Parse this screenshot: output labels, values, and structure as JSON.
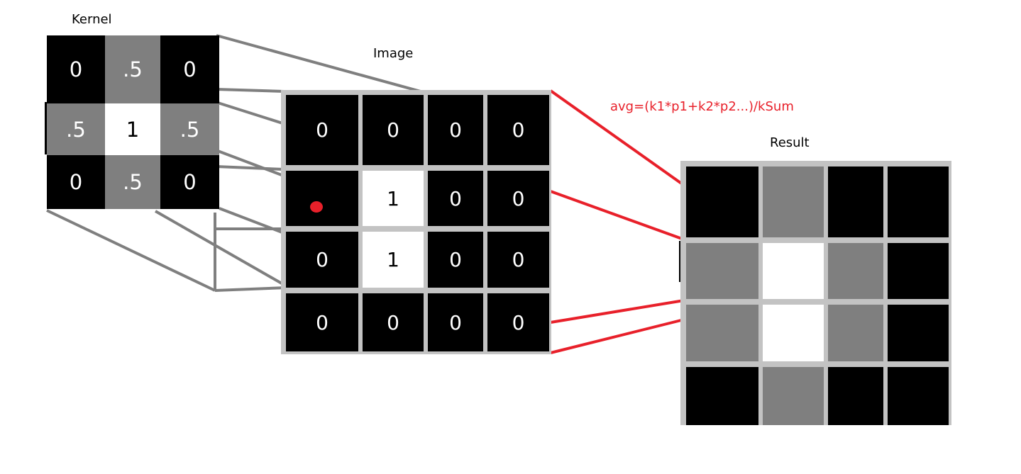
{
  "titles": {
    "kernel": "Kernel",
    "image": "Image",
    "result": "Result"
  },
  "formula": "avg=(k1*p1+k2*p2...)/kSum",
  "colors": {
    "black": "#000000",
    "gray": "#7f7f7f",
    "white": "#ffffff",
    "grid_line": "#c3c3c3",
    "connector_gray": "#7f7f7f",
    "connector_red": "#e8202a"
  },
  "kernel": {
    "rows": [
      [
        {
          "label": "0",
          "fill": "black"
        },
        {
          "label": ".5",
          "fill": "gray"
        },
        {
          "label": "0",
          "fill": "black"
        }
      ],
      [
        {
          "label": ".5",
          "fill": "gray"
        },
        {
          "label": "1",
          "fill": "white"
        },
        {
          "label": ".5",
          "fill": "gray"
        }
      ],
      [
        {
          "label": "0",
          "fill": "black"
        },
        {
          "label": ".5",
          "fill": "gray"
        },
        {
          "label": "0",
          "fill": "black"
        }
      ]
    ]
  },
  "image": {
    "rows": [
      [
        {
          "label": "0",
          "fill": "black"
        },
        {
          "label": "0",
          "fill": "black"
        },
        {
          "label": "0",
          "fill": "black"
        },
        {
          "label": "0",
          "fill": "black"
        }
      ],
      [
        {
          "label": "",
          "fill": "black"
        },
        {
          "label": "1",
          "fill": "white"
        },
        {
          "label": "0",
          "fill": "black"
        },
        {
          "label": "0",
          "fill": "black"
        }
      ],
      [
        {
          "label": "0",
          "fill": "black"
        },
        {
          "label": "1",
          "fill": "white"
        },
        {
          "label": "0",
          "fill": "black"
        },
        {
          "label": "0",
          "fill": "black"
        }
      ],
      [
        {
          "label": "0",
          "fill": "black"
        },
        {
          "label": "0",
          "fill": "black"
        },
        {
          "label": "0",
          "fill": "black"
        },
        {
          "label": "0",
          "fill": "black"
        }
      ]
    ]
  },
  "result": {
    "rows": [
      [
        {
          "label": "",
          "fill": "black"
        },
        {
          "label": "",
          "fill": "gray"
        },
        {
          "label": "",
          "fill": "black"
        },
        {
          "label": "",
          "fill": "black"
        }
      ],
      [
        {
          "label": "",
          "fill": "gray"
        },
        {
          "label": "",
          "fill": "white"
        },
        {
          "label": "",
          "fill": "gray"
        },
        {
          "label": "",
          "fill": "black"
        }
      ],
      [
        {
          "label": "",
          "fill": "gray"
        },
        {
          "label": "",
          "fill": "white"
        },
        {
          "label": "",
          "fill": "gray"
        },
        {
          "label": "",
          "fill": "black"
        }
      ],
      [
        {
          "label": "",
          "fill": "black"
        },
        {
          "label": "",
          "fill": "gray"
        },
        {
          "label": "",
          "fill": "black"
        },
        {
          "label": "",
          "fill": "black"
        }
      ]
    ]
  }
}
